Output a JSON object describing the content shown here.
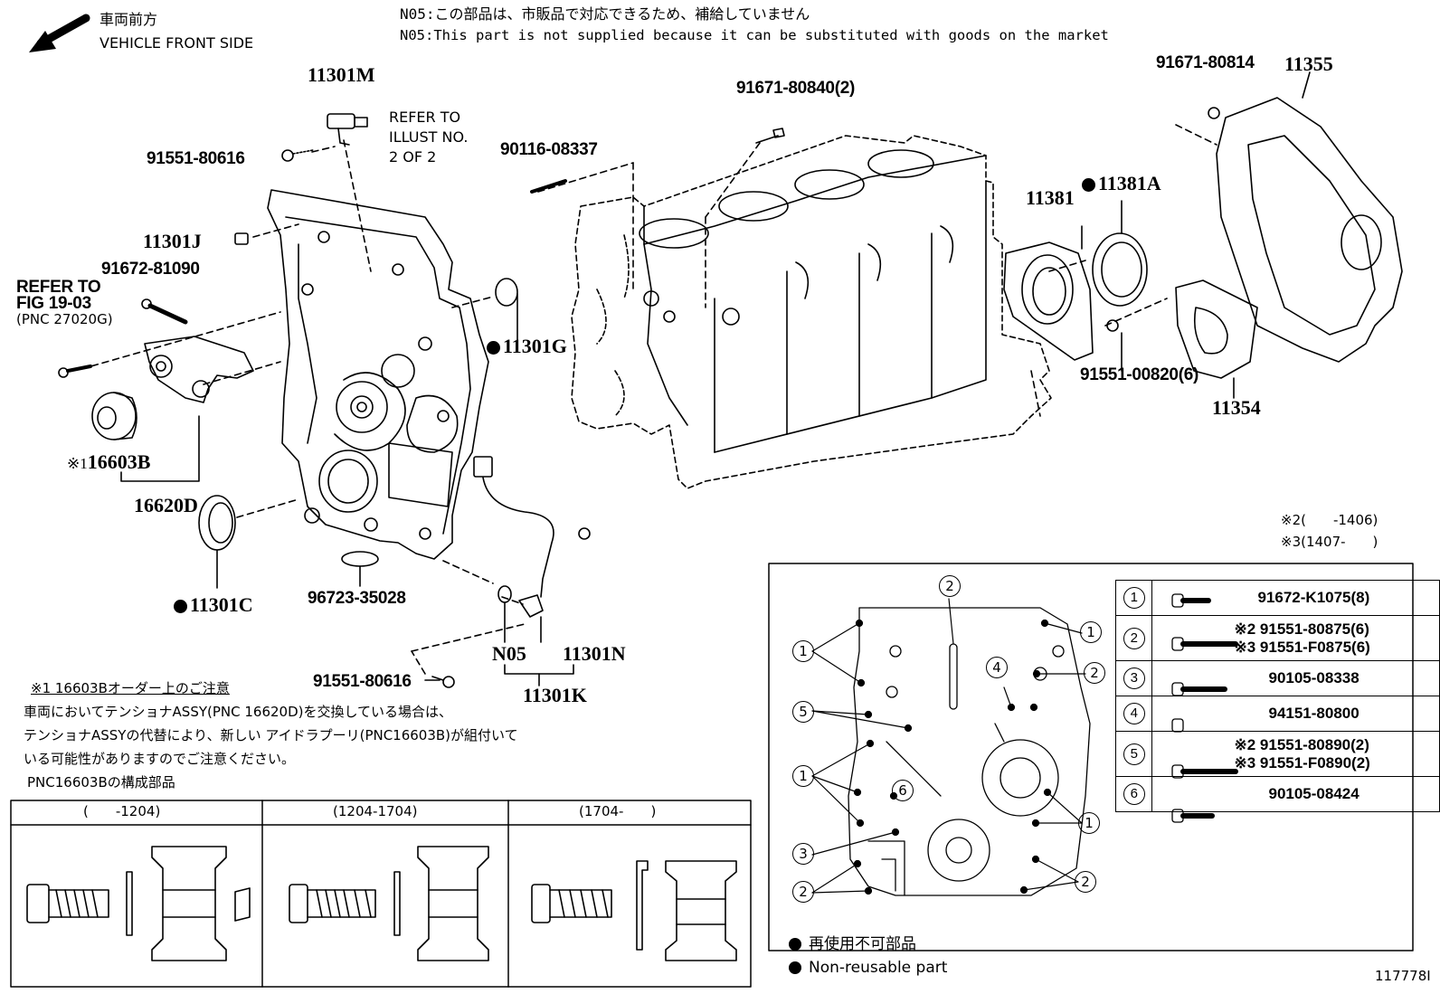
{
  "header": {
    "front_jp": "車両前方",
    "front_en": "VEHICLE FRONT SIDE",
    "note_jp": "N05:この部品は、市販品で対応できるため、補給していません",
    "note_en": "N05:This part is not supplied because it can be substituted with goods on the market"
  },
  "parts": {
    "p11301M": "11301M",
    "p91551_80616_top": "91551-80616",
    "refer_illust": [
      "REFER TO",
      "ILLUST NO.",
      "2 OF 2"
    ],
    "p90116": "90116-08337",
    "p91671_80840": "91671-80840(2)",
    "p91671_80814": "91671-80814",
    "p11355": "11355",
    "p11381": "11381",
    "p11381A": "11381A",
    "p11301J": "11301J",
    "p91672_81090": "91672-81090",
    "refer_fig": [
      "REFER TO",
      "FIG 19-03",
      "(PNC 27020G)"
    ],
    "p11301G": "11301G",
    "p91551_00820": "91551-00820(6)",
    "p11354": "11354",
    "p16603B": "16603B",
    "p16603B_mark": "※1",
    "p16620D": "16620D",
    "p11301C": "11301C",
    "p96723": "96723-35028",
    "pN05": "N05",
    "p11301N": "11301N",
    "p91551_80616_bottom": "91551-80616",
    "p11301K": "11301K"
  },
  "ranges": {
    "r2": "※2(　　-1406)",
    "r3": "※3(1407-　　)"
  },
  "notice": {
    "title": "※1 16603Bオーダー上のご注意",
    "line1": "車両においてテンショナASSY(PNC 16620D)を交換している場合は、",
    "line2": "テンショナASSYの代替により、新しい アイドラプーリ(PNC16603B)が組付いて",
    "line3": "いる可能性がありますのでご注意ください。",
    "line4": "PNC16603Bの構成部品",
    "col1": "(　　-1204)",
    "col2": "(1204-1704)",
    "col3": "(1704-　　)"
  },
  "key": [
    {
      "n": "1",
      "a": "91672-K1075(8)",
      "b": ""
    },
    {
      "n": "2",
      "a": "※2 91551-80875(6)",
      "b": "※3 91551-F0875(6)"
    },
    {
      "n": "3",
      "a": "90105-08338",
      "b": ""
    },
    {
      "n": "4",
      "a": "94151-80800",
      "b": ""
    },
    {
      "n": "5",
      "a": "※2 91551-80890(2)",
      "b": "※3 91551-F0890(2)"
    },
    {
      "n": "6",
      "a": "90105-08424",
      "b": ""
    }
  ],
  "legend": {
    "jp": "再使用不可部品",
    "en": "Non-reusable part"
  },
  "illust_no": "117778I"
}
